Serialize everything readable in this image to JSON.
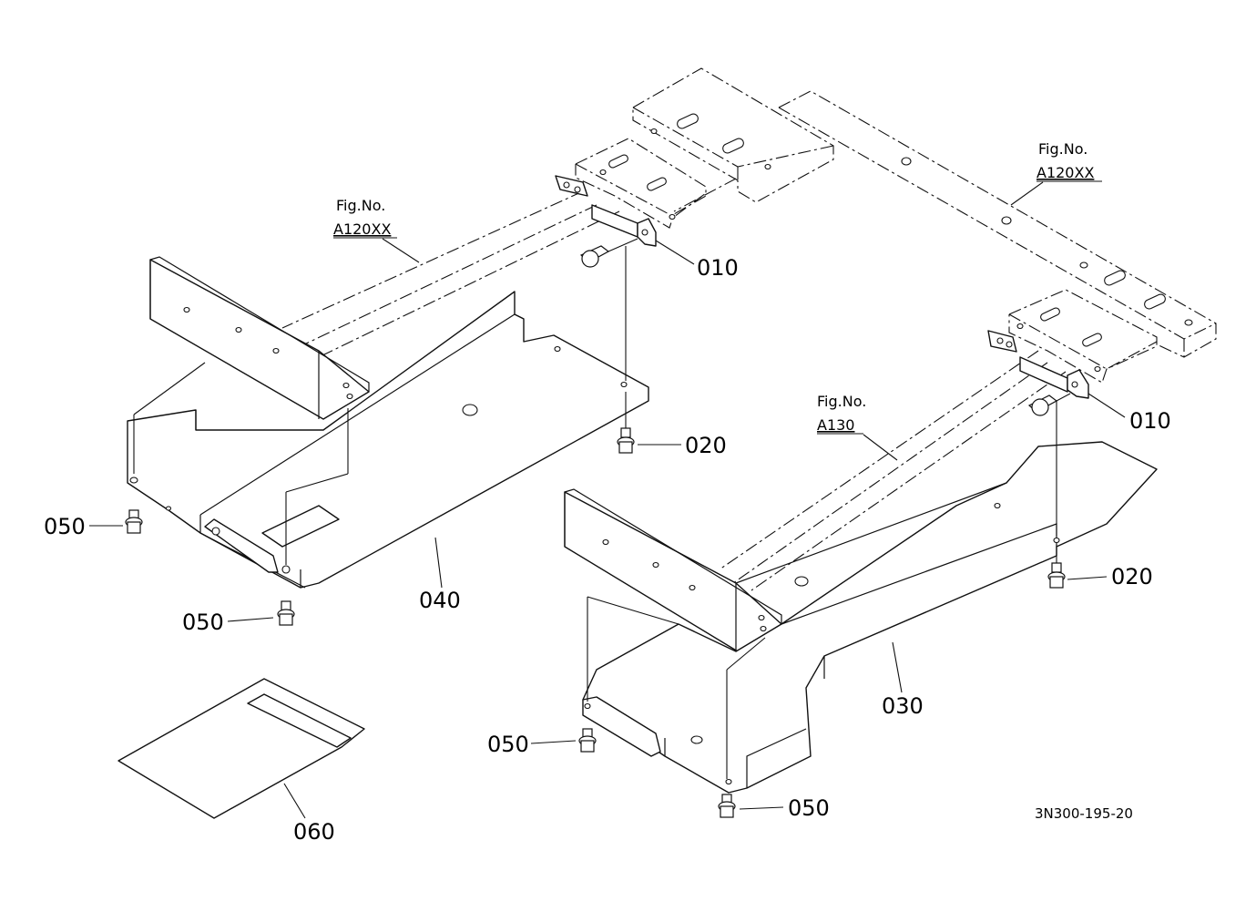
{
  "parts": {
    "p010a": "010",
    "p010b": "010",
    "p020a": "020",
    "p020b": "020",
    "p030": "030",
    "p040": "040",
    "p050a": "050",
    "p050b": "050",
    "p050c": "050",
    "p050d": "050",
    "p060": "060"
  },
  "fig_refs": {
    "left_label": "Fig.No.",
    "left_ref": "A120XX",
    "right_label": "Fig.No.",
    "right_ref": "A120XX",
    "center_label": "Fig.No.",
    "center_ref": "A130"
  },
  "drawing_number": "3N300-195-20"
}
